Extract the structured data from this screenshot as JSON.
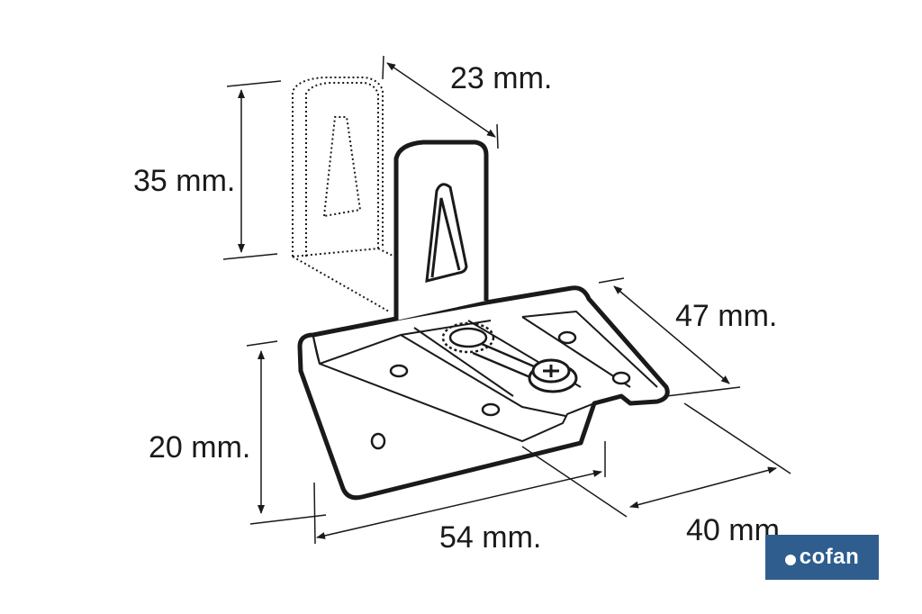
{
  "dimensions": {
    "height_tab": "35 mm.",
    "depth_tab": "23 mm.",
    "length_right": "47 mm.",
    "height_base": "20 mm.",
    "width_base": "54 mm.",
    "depth_base": "40 mm."
  },
  "brand": {
    "name": "cofan",
    "color": "#2f5d8e"
  }
}
